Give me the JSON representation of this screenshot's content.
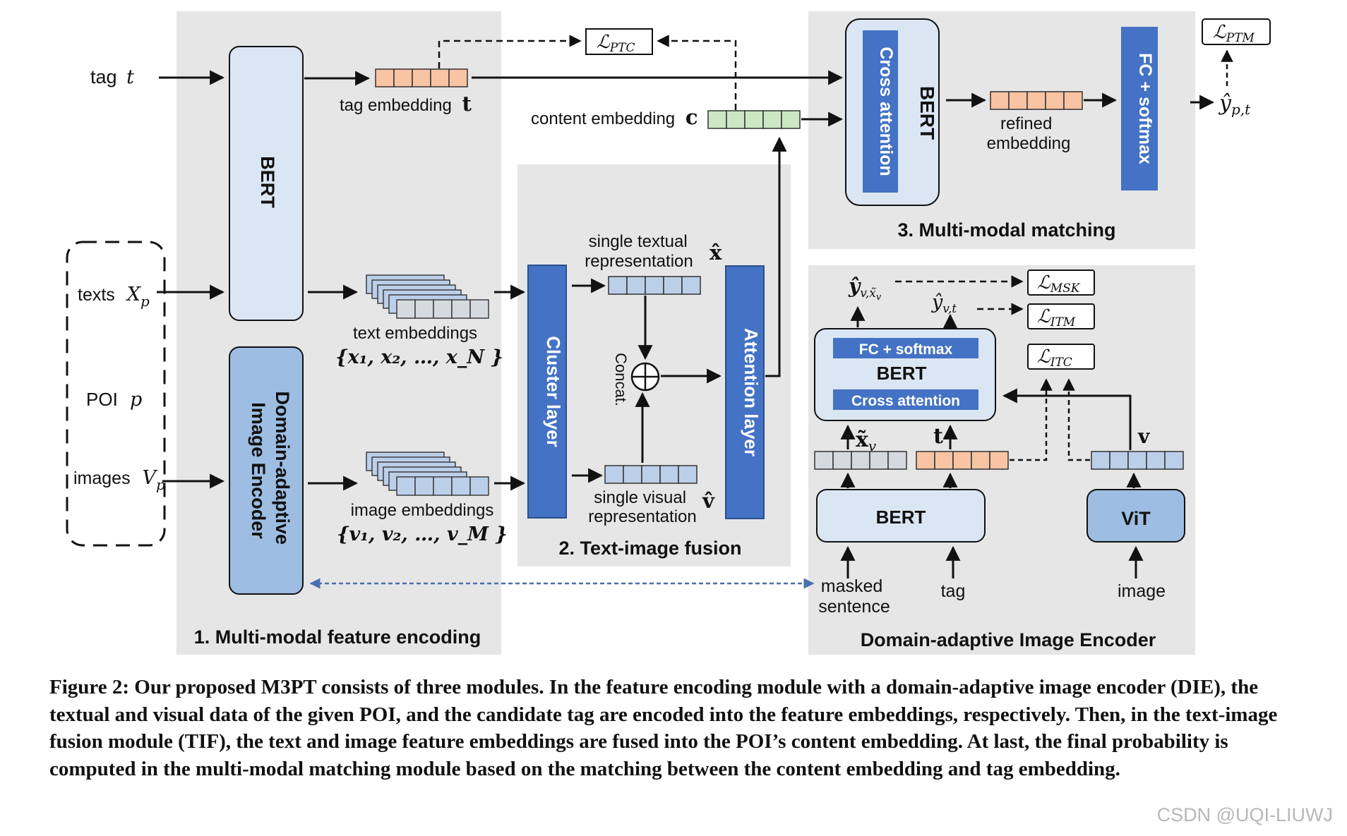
{
  "sections": {
    "encoding": "1. Multi-modal feature encoding",
    "fusion": "2. Text-image fusion",
    "matching": "3. Multi-modal matching",
    "die": "Domain-adaptive Image Encoder"
  },
  "inputs": {
    "tag": "tag",
    "tag_sym": "t",
    "texts": "texts",
    "texts_sym": "X",
    "texts_sub": "p",
    "poi": "POI",
    "poi_sym": "p",
    "images": "images",
    "images_sym": "V",
    "images_sub": "p"
  },
  "blocks": {
    "bert": "BERT",
    "die_line1": "Domain-adaptive",
    "die_line2": "Image Encoder",
    "cluster": "Cluster layer",
    "attention": "Attention layer",
    "cross_attention": "Cross attention",
    "fc_softmax": "FC + softmax",
    "vit": "ViT"
  },
  "labels": {
    "tag_embedding": "tag  embedding",
    "tag_embedding_sym": "t",
    "content_embedding": "content embedding",
    "content_embedding_sym": "c",
    "text_embeddings": "text embeddings",
    "text_set": "{x₁, x₂, …, x_N }",
    "image_embeddings": "image embeddings",
    "image_set": "{v₁, v₂, …, v_M }",
    "single_textual_1": "single textual",
    "single_textual_2": "representation",
    "single_textual_sym": "x̂",
    "single_visual_1": "single visual",
    "single_visual_2": "representation",
    "single_visual_sym": "v̂",
    "concat": "Concat.",
    "refined_1": "refined",
    "refined_2": "embedding",
    "y_pt": "ŷ",
    "y_pt_sub": "p,t",
    "masked_1": "masked",
    "masked_2": "sentence",
    "die_tag": "tag",
    "die_image": "image",
    "die_x": "x̃",
    "die_x_sub": "v",
    "die_t": "t",
    "die_v": "v",
    "y_vx": "ŷ",
    "y_vx_sub": "v,x̃",
    "y_vx_subsub": "v",
    "y_vt": "ŷ",
    "y_vt_sub": "v,t"
  },
  "losses": {
    "ptc": "ℒ",
    "ptc_sub": "PTC",
    "ptm": "ℒ",
    "ptm_sub": "PTM",
    "msk": "ℒ",
    "msk_sub": "MSK",
    "itm": "ℒ",
    "itm_sub": "ITM",
    "itc": "ℒ",
    "itc_sub": "ITC"
  },
  "caption": "Figure 2: Our proposed M3PT consists of three modules. In the feature encoding module with a domain-adaptive image encoder (DIE), the textual and visual data of the given POI, and the candidate tag are encoded into the feature embeddings, respectively. Then, in the text-image fusion module (TIF), the text and image feature embeddings are fused into the POI’s content embedding. At last, the final probability is computed in the multi-modal matching module based on the matching between the content embedding and tag embedding.",
  "watermark": "CSDN @UQI-LIUWJ",
  "colors": {
    "panel": "#e6e6e6",
    "block_light": "#dbe6f4",
    "block_mid": "#9dbde2",
    "block_dark": "#4472c4",
    "cell_orange": "#f8c4a4",
    "cell_green": "#cbe7c4",
    "cell_blue": "#bccfe9",
    "cell_gray": "#d6d9de"
  }
}
